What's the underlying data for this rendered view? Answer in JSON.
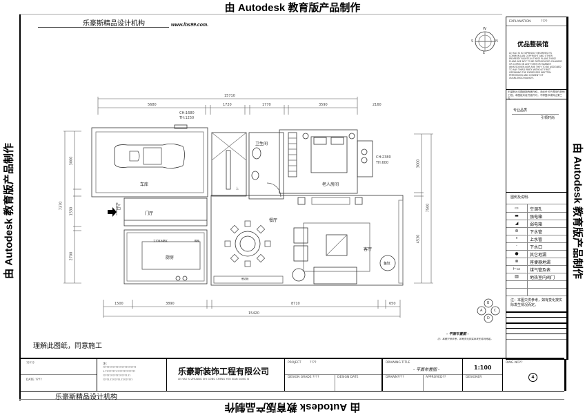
{
  "watermark": "由 Autodesk 教育版产品制作",
  "header": {
    "org_name": "乐豪斯精品设计机构",
    "website": "www.lhs99.com."
  },
  "side_panel": {
    "explanation_label": "EXPLANATION",
    "explanation_value": "????",
    "title": "优品整装馆",
    "copyright_en": "LE HAO SI IS EXPRESSLY RESERVES ITS COMMON LAW COPYRIGHT AND OTHER PROPERTY RIGHTS IN THESE PLANS.THESE PLANS ARE NOT TO BE REPRODUCED CHANGED OR COPIED IN ANY FORM OR MANNER WHATSOEVER,NOR ARE THEY TO BE ASSIGNED TO ANY THIRD PARTY WITHOUT FIRST OBTAINING THE EXPRESSED WRITTEN PERMISSION AND CONSENT OF XUANLONGCHUANGYI.",
    "copyright_cn": "乐豪斯对本图纸拥有著作权，未经许可不得用作其他工程；本图纸未经书面许可，不得复印或转让第三方。",
    "professional_label": "专业品质",
    "time_label": "引领时尚",
    "compass": {
      "n": "N",
      "s": "S",
      "e": "E",
      "w": "W"
    },
    "legend_title": "图例及说明:",
    "legend": [
      {
        "symbol": "ac-hole-icon",
        "label": "空调孔"
      },
      {
        "symbol": "strong-box-icon",
        "label": "强电箱"
      },
      {
        "symbol": "weak-box-icon",
        "label": "弱电箱"
      },
      {
        "symbol": "drain-pipe-icon",
        "label": "下水管"
      },
      {
        "symbol": "water-pipe-icon",
        "label": "上水管"
      },
      {
        "symbol": "drain-outlet-icon",
        "label": "下水口"
      },
      {
        "symbol": "floor-drain-icon",
        "label": "其它地漏"
      },
      {
        "symbol": "toilet-drain-icon",
        "label": "座便器地漏"
      },
      {
        "symbol": "gas-meter-icon",
        "label": "煤气管及表"
      },
      {
        "symbol": "floor-heat-valve-icon",
        "label": "地热室内阀门"
      }
    ],
    "note": "注：本图只供参考，如有变化按实际发生情况而定。",
    "dwg_no_label": "DWG.NO??"
  },
  "plan": {
    "top_dims": {
      "total": "15710",
      "segments": [
        "5680",
        "1720",
        "1770",
        "3590",
        "2160"
      ]
    },
    "bottom_dims": {
      "total": "15420",
      "segments": [
        "1500",
        "3890",
        "8710",
        "650"
      ]
    },
    "left_dims": {
      "total": "7370",
      "segments": [
        "3000",
        "1530",
        "2700"
      ]
    },
    "right_dims": {
      "total": "7500",
      "segments": [
        "3000",
        "4530"
      ]
    },
    "window_labels": {
      "garage_ch": "CH:1680",
      "garage_th": "TH:1250",
      "bedroom_ch": "CH:2380",
      "bedroom_th": "TH:600"
    },
    "rooms": {
      "garage": "车库",
      "bathroom": "卫生间",
      "elder_bedroom": "老人房间",
      "foyer": "门厅",
      "kitchen": "厨房",
      "dining": "餐厅",
      "living": "客厅",
      "fish_tank": "鱼缸",
      "stair_up": "上",
      "fridge_area": "立式电冰箱区",
      "shoe_cabinet": "鞋柜",
      "wine_cabinet": "酒柜",
      "sideboard": "餐边柜",
      "entrance_cn": "入口",
      "entrance_en": "Entrance"
    },
    "view_markers": [
      "A",
      "B",
      "C",
      "D"
    ],
    "caption_title": "- 平面布置图 -",
    "caption_sub": "注：本图只供参考，如有变化按实际发生情况而定。"
  },
  "note_left": "理解此图纸，同意施工",
  "titleblock": {
    "client_label": "?????",
    "date_label": "DATE ????",
    "remarks_label": "注:",
    "remarks_lines": [
      "??????????????????????????",
      "1.?????????.??????????????",
      "???????????????????.??",
      "?????.????????.?????????"
    ],
    "company_cn": "乐豪斯装饰工程有限公司",
    "company_pinyin": "LE HAO SI ZHUANG SHI GONG CHENG YOU XIAN GONG SI",
    "project_label": "PROJECT",
    "project_value": "????",
    "design_grade_label": "DESIGN GRADE ????",
    "design_date_label": "DESIGN DATE",
    "drawing_title_label": "DRAWING TITLE",
    "drawing_title_value": "- 平面布置图 -",
    "scale": "1:100",
    "drawn_label": "DRAWN????",
    "approved_label": "APPROVED??",
    "designer_label": "DESIGNER",
    "dwg_no_label": "DWG.NO??",
    "dwg_no_value": "4"
  },
  "footer_org": "乐豪斯精品设计机构"
}
